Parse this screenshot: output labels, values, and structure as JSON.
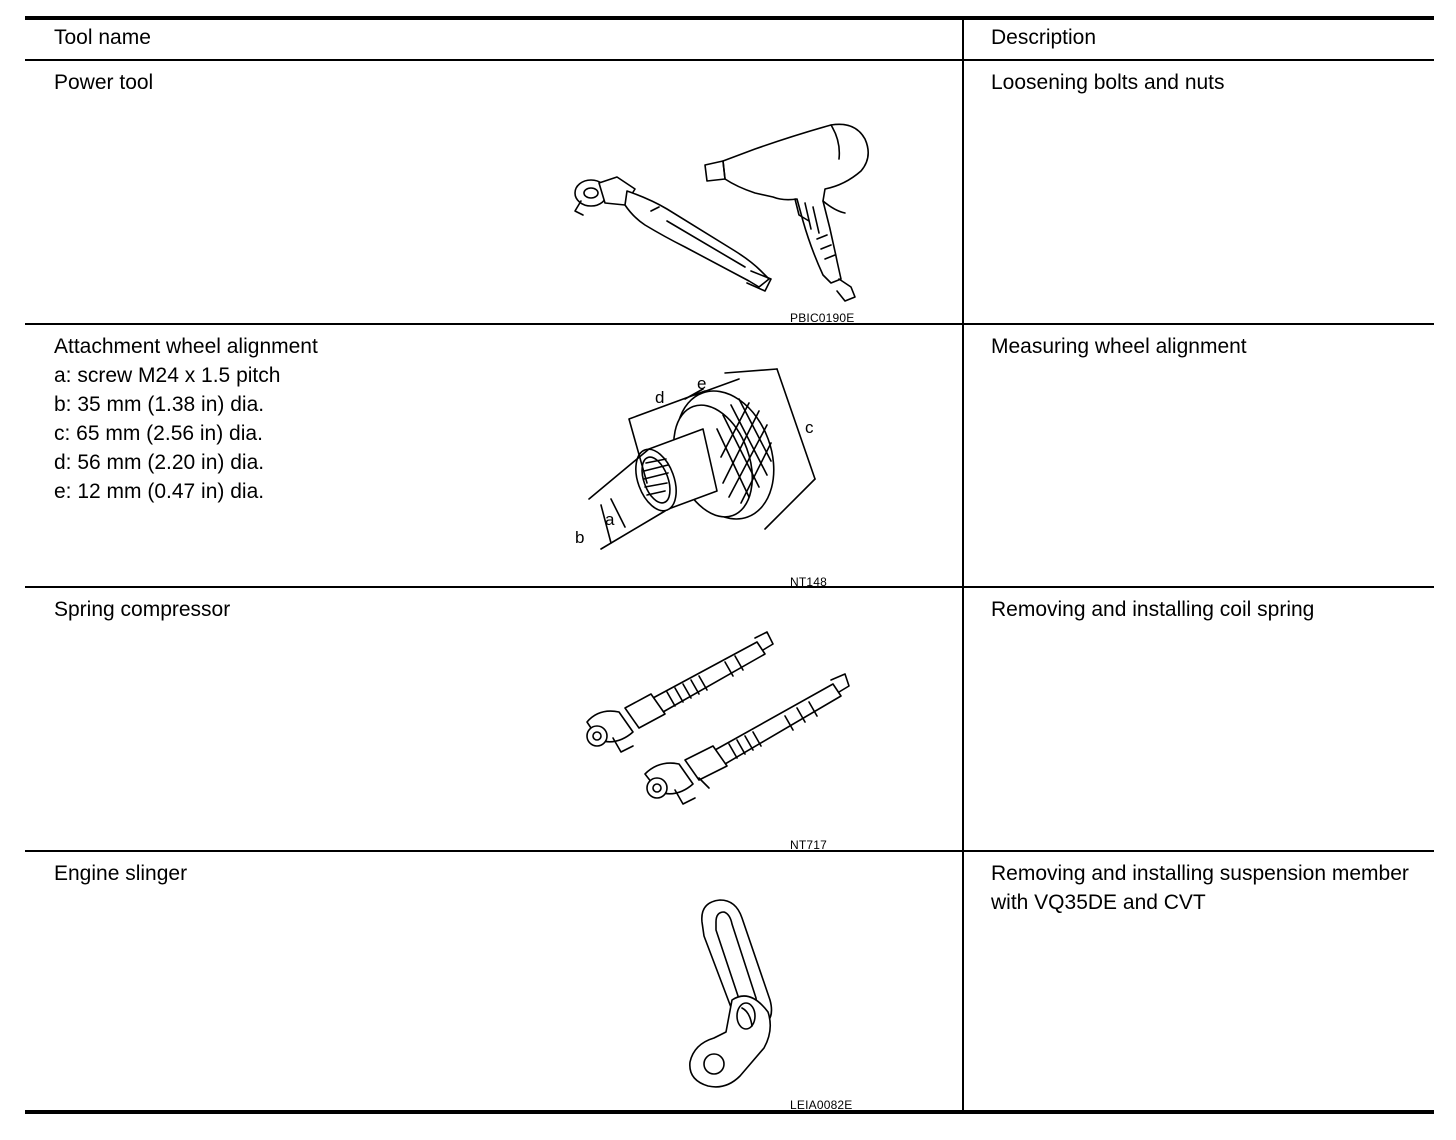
{
  "table": {
    "headers": {
      "tool_name": "Tool name",
      "description": "Description"
    },
    "rows": [
      {
        "tool_name": "Power tool",
        "specs": [],
        "description": "Loosening bolts and nuts",
        "image_code": "PBIC0190E",
        "illustration": "ratchet-wrench-and-impact-wrench"
      },
      {
        "tool_name": "Attachment wheel alignment",
        "specs": [
          "a: screw M24 x 1.5 pitch",
          "b: 35 mm (1.38 in) dia.",
          "c: 65 mm (2.56 in) dia.",
          "d: 56 mm (2.20 in) dia.",
          "e: 12 mm (0.47 in) dia."
        ],
        "dimension_labels": [
          "a",
          "b",
          "c",
          "d",
          "e"
        ],
        "description": "Measuring wheel alignment",
        "image_code": "NT148",
        "illustration": "wheel-alignment-attachment"
      },
      {
        "tool_name": "Spring compressor",
        "specs": [],
        "description": "Removing and installing coil spring",
        "image_code": "NT717",
        "illustration": "spring-compressor-pair"
      },
      {
        "tool_name": "Engine slinger",
        "specs": [],
        "description": "Removing and installing suspension member with VQ35DE and CVT",
        "image_code": "LEIA0082E",
        "illustration": "engine-slinger-hook"
      }
    ]
  }
}
